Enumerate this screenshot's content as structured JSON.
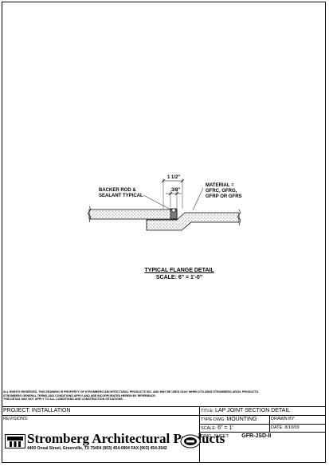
{
  "detail": {
    "dimension_top": "1 1/2\"",
    "dimension_gap": "3/8\"",
    "label_left_line1": "BACKER ROD &",
    "label_left_line2": "SEALANT TYPICAL",
    "label_right_line1": "MATERIAL =",
    "label_right_line2": "GFRC, GFRG,",
    "label_right_line3": "GFRP OR GFRS",
    "caption_title": "TYPICAL FLANGE DETAIL",
    "caption_scale": "SCALE: 6\" = 1'-0\""
  },
  "notice": {
    "line1": "ALL RIGHTS RESERVED. THIS DRAWING IS PROPERTY OF STROMBERG ARCHITECTURAL PRODUCTS INC. AND MAY BE USED ONLY WHEN UTILIZING STROMBERG ARCH. PRODUCTS.",
    "line2": "STROMBERG GENERAL TERMS AND CONDITIONS APPLY AND ARE INCORPORATED HEREIN BY REFERENCE.",
    "line3": "THIS DETAIL MAY NOT APPLY TO ALL CONDITIONS AND CONSTRUCTION SITUATIONS."
  },
  "title_block": {
    "project": "PROJECT: INSTALLATION",
    "revisions": "REVISIONS:",
    "title_label": "TITLE:",
    "title_value": "LAP JOINT SECTION DETAIL",
    "type_label": "TYPE DWG:",
    "type_value": "MOUNTING",
    "drawn_by": "DRAWN BY:",
    "scale_label": "SCALE:",
    "scale_value": "6\" = 1'",
    "date_label": "DATE:",
    "date_value": "8/10/09",
    "sheet_label": "DWG. SHEET:",
    "sheet_value": "GFR-JSD-II"
  },
  "brand": {
    "name": "Stromberg Architectural Products",
    "address": "4400 Oneal Street, Greenville, TX 75404   (903) 454-0904   FAX (903) 454-3642"
  }
}
